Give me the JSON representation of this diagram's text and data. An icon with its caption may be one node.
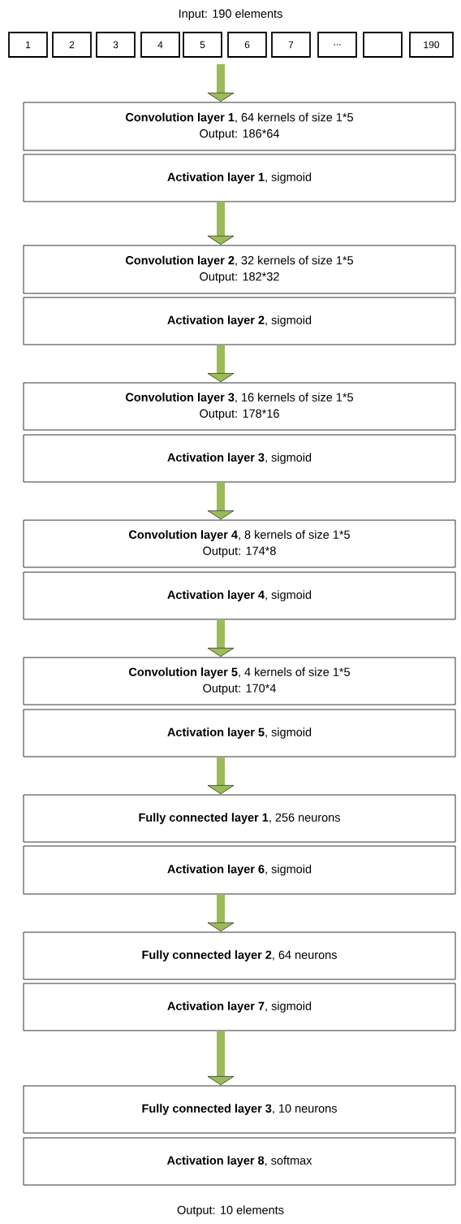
{
  "diagram": {
    "nodes": [
      {
        "text": [
          "1"
        ]
      },
      {
        "text": [
          "2"
        ]
      },
      {
        "text": [
          "3"
        ]
      },
      {
        "text": [
          "4"
        ]
      },
      {
        "text": [
          "5"
        ]
      },
      {
        "text": [
          "6"
        ]
      },
      {
        "text": [
          "7"
        ]
      },
      {
        "text": [
          "..."
        ]
      },
      {
        "text": [],
        "shape": "box"
      },
      {
        "text": [
          "190"
        ]
      },
      {
        "text": [
          "**Convolution layer 1**, 64 kernels of size 1*5",
          "Output: 186*64"
        ]
      },
      {
        "text": [
          "**Activation layer 1**, sigmoid"
        ]
      },
      {
        "text": [
          "**Convolution layer 2**, 32 kernels of size 1*5",
          "Output: 182*32"
        ]
      },
      {
        "text": [
          "**Activation layer 2**, sigmoid"
        ]
      },
      {
        "text": [
          "**Convolution layer 3**, 16 kernels of size 1*5",
          "Output: 178*16"
        ]
      },
      {
        "text": [
          "**Activation layer 3**, sigmoid"
        ]
      },
      {
        "text": [
          "**Convolution layer 4**, 8 kernels of size 1*5",
          "Output: 174*8"
        ]
      },
      {
        "text": [
          "**Activation layer 4**, sigmoid"
        ]
      },
      {
        "text": [
          "**Convolution layer 5**, 4 kernels of size 1*5",
          "Output: 170*4"
        ]
      },
      {
        "text": [
          "**Activation layer 5**, sigmoid"
        ]
      },
      {
        "text": [
          "**Fully connected layer 1**, 256 neurons"
        ]
      },
      {
        "text": [
          "**Activation layer 6**, sigmoid"
        ]
      },
      {
        "text": [
          "**Fully connected layer 2**, 64 neurons"
        ]
      },
      {
        "text": [
          "**Activation layer 7**, sigmoid"
        ]
      },
      {
        "text": [
          "**Fully connected layer 3**, 10 neurons"
        ]
      },
      {
        "text": [
          "**Activation layer 8**, softmax"
        ]
      }
    ],
    "edges": [
      {
        "from": 4,
        "to": 10,
        "arrow": "to"
      },
      {
        "from": 11,
        "to": 12,
        "arrow": "to"
      },
      {
        "from": 13,
        "to": 14,
        "arrow": "to"
      },
      {
        "from": 15,
        "to": 16,
        "arrow": "to"
      },
      {
        "from": 17,
        "to": 18,
        "arrow": "to"
      },
      {
        "from": 19,
        "to": 20,
        "arrow": "to"
      },
      {
        "from": 21,
        "to": 22,
        "arrow": "to"
      },
      {
        "from": 23,
        "to": 24,
        "arrow": "to"
      }
    ],
    "labels": [
      "Input: 190 elements",
      "Output: 10 elements"
    ]
  }
}
